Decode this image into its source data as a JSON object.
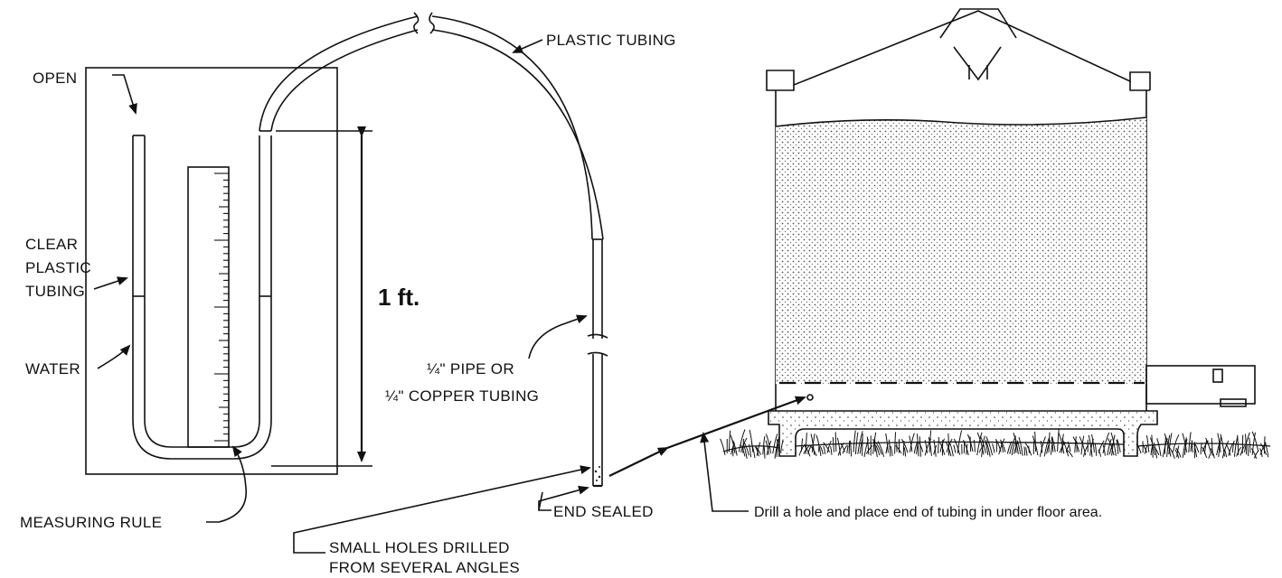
{
  "labels": {
    "open": "OPEN",
    "clear_tubing_1": "CLEAR",
    "clear_tubing_2": "PLASTIC",
    "clear_tubing_3": "TUBING",
    "water": "WATER",
    "measuring_rule": "MEASURING RULE",
    "height": "1 ft.",
    "plastic_tubing": "PLASTIC TUBING",
    "pipe_1": "¼\" PIPE OR",
    "pipe_2": "¼\" COPPER TUBING",
    "end_sealed": "END SEALED",
    "holes_1": "SMALL HOLES DRILLED",
    "holes_2": "FROM SEVERAL ANGLES",
    "drill_note": "Drill a hole and place end of tubing in under floor area."
  },
  "colors": {
    "ink": "#111111",
    "paper": "#ffffff",
    "grain": "#8a8a8a"
  },
  "icons": [
    "arrow-icon",
    "measuring-rule-icon",
    "grain-bin-icon",
    "fan-housing-icon"
  ]
}
